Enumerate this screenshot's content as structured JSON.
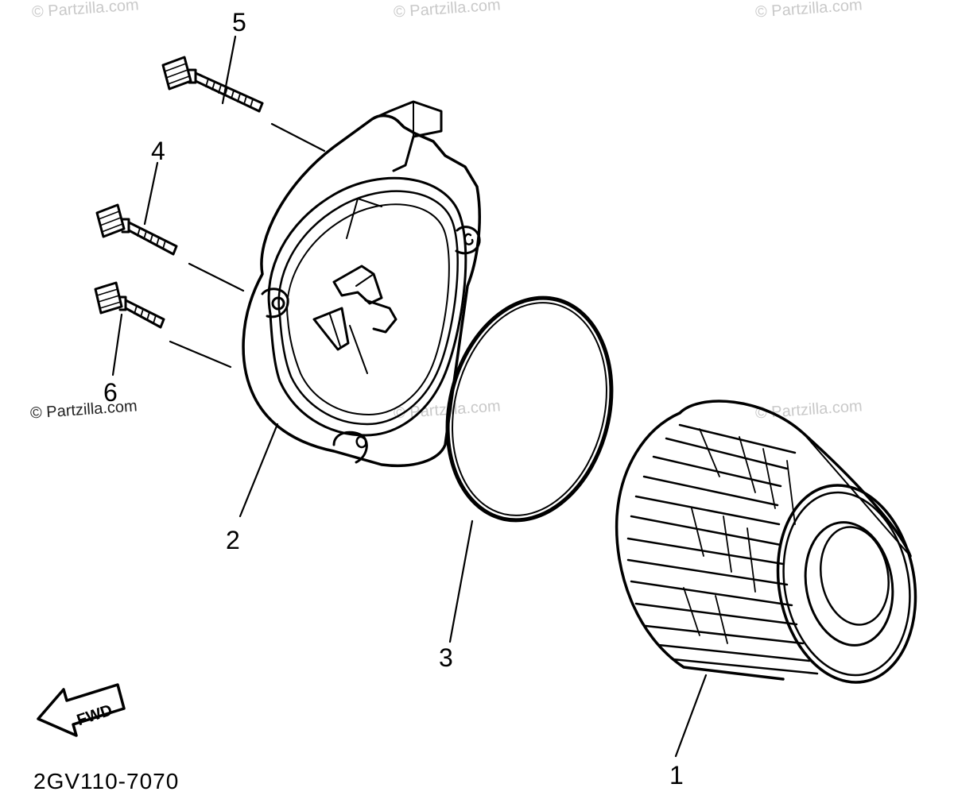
{
  "diagram": {
    "callouts": {
      "part_1": "1",
      "part_2": "2",
      "part_3": "3",
      "part_4": "4",
      "part_5": "5",
      "part_6": "6"
    },
    "fwd_label": "FWD",
    "diagram_code": "2GV110-7070",
    "watermark": "© Partzilla.com"
  }
}
